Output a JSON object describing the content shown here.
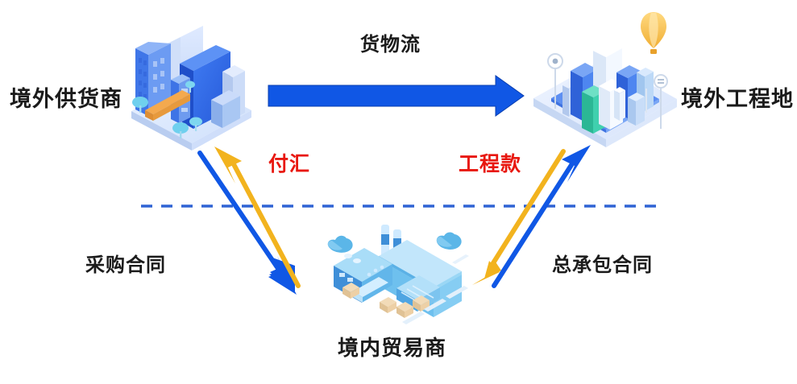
{
  "diagram": {
    "title_note": "",
    "nodes": {
      "supplier": {
        "label": "境外供货商"
      },
      "site": {
        "label": "境外工程地"
      },
      "trader": {
        "label": "境内贸易商"
      }
    },
    "flows": {
      "goods_flow": {
        "label": "货物流",
        "color": "#1057e5",
        "direction": "supplier-to-site"
      },
      "fx_payment": {
        "label": "付汇",
        "color": "#e8170f",
        "arrow_color": "#f2b31e",
        "direction": "trader-to-supplier"
      },
      "project_payment": {
        "label": "工程款",
        "color": "#e8170f",
        "arrow_color": "#f2b31e",
        "direction": "site-to-trader"
      },
      "purchase_contract": {
        "label": "采购合同",
        "color": "#1b1b1b",
        "arrow_color": "#1057e5",
        "direction": "supplier-to-trader"
      },
      "general_contract": {
        "label": "总承包合同",
        "color": "#1b1b1b",
        "arrow_color": "#1057e5",
        "direction": "trader-to-site"
      }
    },
    "divider": {
      "name": "border-dashed-line",
      "color": "#2f63d4"
    },
    "colors": {
      "arrow_blue": "#1057e5",
      "arrow_yellow": "#f2b31e",
      "label_red": "#e8170f",
      "label_dark": "#1b1b1b",
      "background": "#ffffff"
    },
    "illustrations": {
      "supplier_city": "isometric-city-icon",
      "site_city": "isometric-skyline-icon",
      "trader_factory": "isometric-factory-icon"
    }
  }
}
